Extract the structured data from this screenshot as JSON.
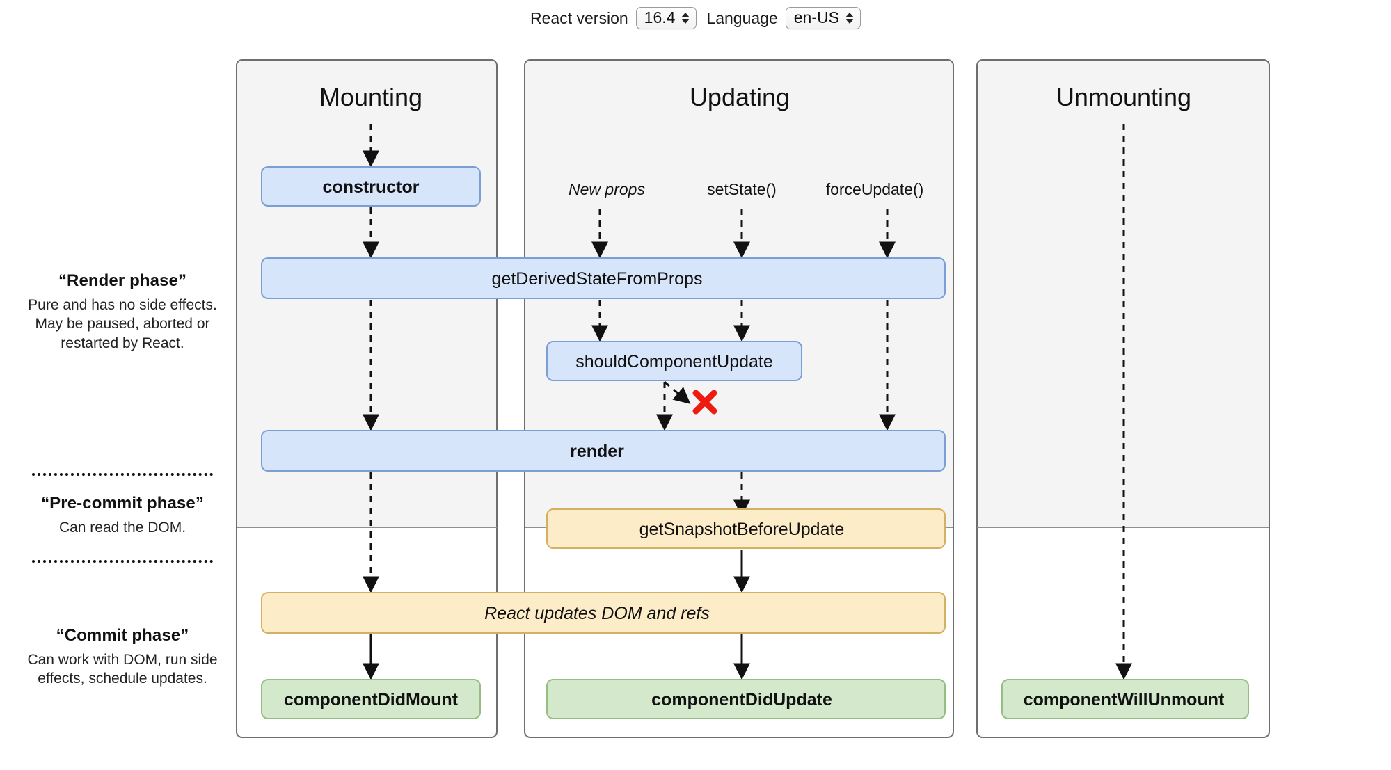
{
  "controls": {
    "react_version": {
      "label": "React version",
      "value": "16.4",
      "spinner_icon": "updown-spinner-icon"
    },
    "language": {
      "label": "Language",
      "value": "en-US",
      "spinner_icon": "updown-spinner-icon"
    }
  },
  "legend": [
    {
      "title": "“Render phase”",
      "description": "Pure and has no side effects. May be paused, aborted or restarted by React."
    },
    {
      "title": "“Pre-commit phase”",
      "description": "Can read the DOM."
    },
    {
      "title": "“Commit phase”",
      "description": "Can work with DOM, run side effects, schedule updates."
    }
  ],
  "columns": [
    {
      "title": "Mounting"
    },
    {
      "title": "Updating"
    },
    {
      "title": "Unmounting"
    }
  ],
  "triggers": [
    {
      "label": "New props",
      "style": "italic"
    },
    {
      "label": "setState()",
      "style": "normal"
    },
    {
      "label": "forceUpdate()",
      "style": "normal"
    }
  ],
  "nodes": {
    "constructor": {
      "label": "constructor",
      "color": "blue",
      "weight": "bold"
    },
    "get_derived_state": {
      "label": "getDerivedStateFromProps",
      "color": "blue",
      "weight": "normal"
    },
    "should_component_update": {
      "label": "shouldComponentUpdate",
      "color": "blue",
      "weight": "normal"
    },
    "render": {
      "label": "render",
      "color": "blue",
      "weight": "bold"
    },
    "get_snapshot": {
      "label": "getSnapshotBeforeUpdate",
      "color": "yellow",
      "weight": "normal"
    },
    "react_updates": {
      "label": "React updates DOM and refs",
      "color": "yellow",
      "weight": "italic"
    },
    "component_did_mount": {
      "label": "componentDidMount",
      "color": "green",
      "weight": "bold"
    },
    "component_did_update": {
      "label": "componentDidUpdate",
      "color": "green",
      "weight": "bold"
    },
    "component_will_unmount": {
      "label": "componentWillUnmount",
      "color": "green",
      "weight": "bold"
    }
  },
  "annotations": {
    "skip_marker": "red-x-icon"
  },
  "colors": {
    "blue_fill": "#d7e5fb",
    "blue_stroke": "#7b9fd4",
    "yellow_fill": "#fdecc8",
    "yellow_stroke": "#d3b062",
    "green_fill": "#d4e8cc",
    "green_stroke": "#96bd84",
    "panel_fill": "#f4f4f4",
    "panel_stroke": "#6e6e6e",
    "x_red": "#ee1b11"
  }
}
